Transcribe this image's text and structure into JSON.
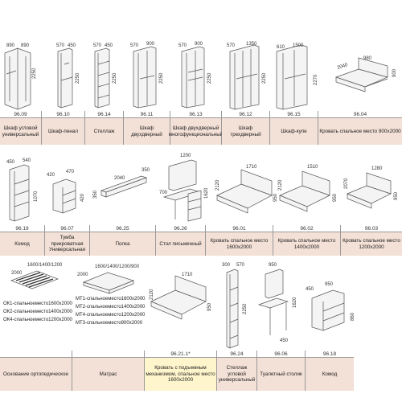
{
  "row1": {
    "items": [
      {
        "code": "96.09",
        "label": "Шкаф угловой универсальный",
        "dims": [
          "890",
          "890",
          "2250"
        ]
      },
      {
        "code": "96.10",
        "label": "Шкаф-пенал",
        "dims": [
          "570",
          "450",
          "2250"
        ]
      },
      {
        "code": "96.14",
        "label": "Стеллаж",
        "dims": [
          "570",
          "450",
          "2250"
        ]
      },
      {
        "code": "96.11",
        "label": "Шкаф двухдверный",
        "dims": [
          "570",
          "900",
          "2250"
        ]
      },
      {
        "code": "96.13",
        "label": "Шкаф двухдверный многофункциональный",
        "dims": [
          "570",
          "900",
          "2250"
        ]
      },
      {
        "code": "96.12",
        "label": "Шкаф трехдверный",
        "dims": [
          "570",
          "1350",
          "2250"
        ]
      },
      {
        "code": "96.15",
        "label": "Шкаф-купе",
        "dims": [
          "610",
          "1500",
          "2270"
        ]
      },
      {
        "code": "96.04",
        "label": "Кровать спальное место 900x2000",
        "dims": [
          "2040",
          "980",
          "900"
        ]
      }
    ]
  },
  "row2": {
    "items": [
      {
        "code": "96.19",
        "label": "Комод",
        "dims": [
          "450",
          "540",
          "1070"
        ]
      },
      {
        "code": "96.07",
        "label": "Тумба прикроватная Универсальная",
        "dims": [
          "420",
          "470",
          "420"
        ]
      },
      {
        "code": "96.25",
        "label": "Полка",
        "dims": [
          "2040",
          "350",
          "350"
        ]
      },
      {
        "code": "96.26",
        "label": "Стол письменный",
        "dims": [
          "1200",
          "700",
          "1620"
        ]
      },
      {
        "code": "96.01",
        "label": "Кровать спальное место 1600x2000",
        "dims": [
          "2120",
          "1710",
          "950"
        ]
      },
      {
        "code": "96.02",
        "label": "Кровать спальное место 1400x2000",
        "dims": [
          "2120",
          "1510",
          "950"
        ]
      },
      {
        "code": "96.03",
        "label": "Кровать спальное место 1200x2000",
        "dims": [
          "2070",
          "1280",
          "950"
        ]
      }
    ]
  },
  "row3": {
    "items": [
      {
        "code": "",
        "label": "Основание ортопедическое",
        "dims": [
          "2000",
          "1600/1400/1200"
        ],
        "options": [
          "ОК1-спальноеместо1600x2000",
          "ОК2-спальноеместо1400x2000",
          "ОК4-спальноеместо1200x2000"
        ]
      },
      {
        "code": "",
        "label": "Матрас",
        "dims": [
          "1600/1400/1200/900",
          "2000"
        ],
        "options": [
          "МТ1-спальноеместо1600x2000",
          "МТ2-спальноеместо1400x2000",
          "МТ4-спальноеместо1200x2000",
          "МТ3-спальноеместо900x2000"
        ]
      },
      {
        "code": "96.21.1*",
        "label": "Кровать с подъемным механизмом, спальное место 1600x2000",
        "dims": [
          "2120",
          "1710",
          "950"
        ],
        "highlight": true
      },
      {
        "code": "96.24",
        "label": "Стеллаж угловой универсальный",
        "dims": [
          "300",
          "570",
          "2250"
        ]
      },
      {
        "code": "96.06",
        "label": "Туалетный столик",
        "dims": [
          "950",
          "450",
          "1620"
        ]
      },
      {
        "code": "96.18",
        "label": "Комод",
        "dims": [
          "450",
          "950",
          "860"
        ]
      }
    ]
  },
  "colors": {
    "label_bg": "#f3e0d6",
    "highlight_bg": "#fff5cc",
    "line": "#9a9a9a"
  }
}
